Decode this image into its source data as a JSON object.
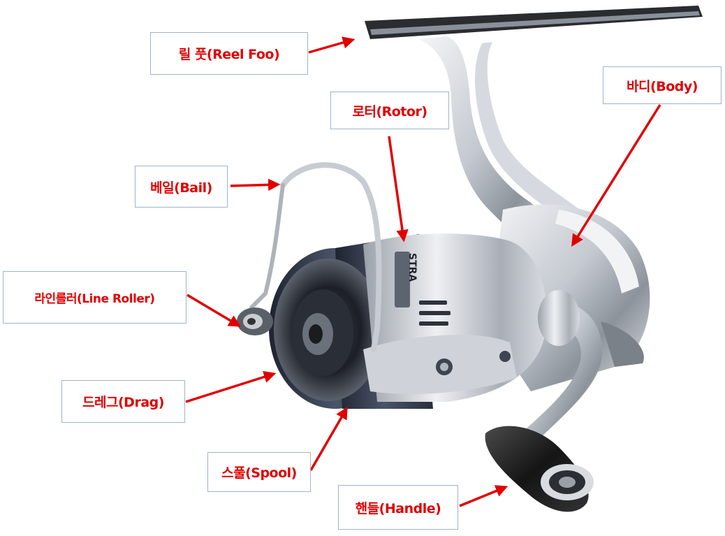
{
  "diagram": {
    "labels": {
      "reel_foot": "릴 풋(Reel Foo)",
      "body": "바디(Body)",
      "rotor": "로터(Rotor)",
      "bail": "베일(Bail)",
      "line_roller": "라인롤러(Line Roller)",
      "drag": "드레그(Drag)",
      "spool": "스풀(Spool)",
      "handle": "핸들(Handle)"
    },
    "rotor_engraving": "STRA"
  },
  "colors": {
    "label_text": "#e00000",
    "arrow": "#e00000",
    "label_border": "#9fb4cc",
    "metal_light": "#e8eaee",
    "metal_mid": "#b9bec6",
    "metal_dark": "#6e747c",
    "spool_dark": "#2c3140",
    "knob_black": "#1a1a1a"
  },
  "icons": {
    "reel_illustration": "spinning-reel-icon",
    "arrow": "arrow-icon"
  }
}
